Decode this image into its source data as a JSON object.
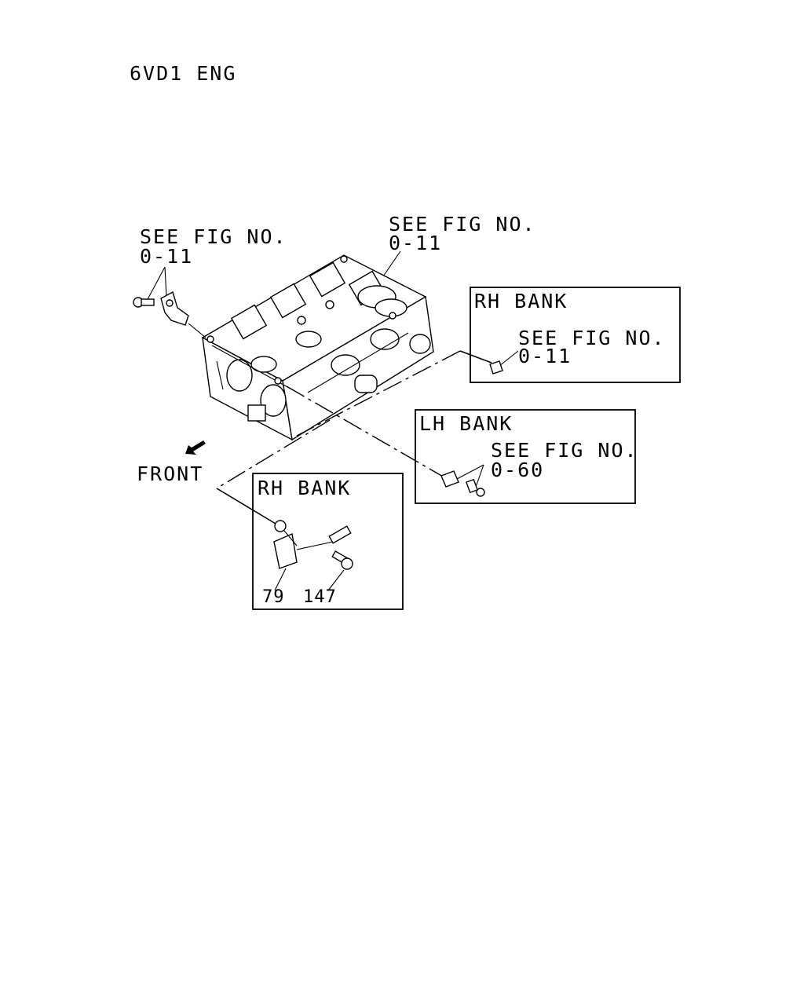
{
  "header": {
    "engine": "6VD1 ENG"
  },
  "callouts": {
    "top_left": {
      "line1": "SEE FIG NO.",
      "line2": "0-11"
    },
    "top_right": {
      "line1": "SEE FIG NO.",
      "line2": "0-11"
    }
  },
  "boxes": {
    "rh_bank_upper": {
      "title": "RH BANK",
      "line1": "SEE FIG NO.",
      "line2": "0-11"
    },
    "lh_bank": {
      "title": "LH BANK",
      "line1": "SEE FIG NO.",
      "line2": "0-60"
    },
    "rh_bank_lower": {
      "title": "RH BANK",
      "part_a": "79",
      "part_b": "147"
    }
  },
  "front_label": "FRONT",
  "icons": {
    "front_arrow": "arrow-down-left-icon"
  }
}
